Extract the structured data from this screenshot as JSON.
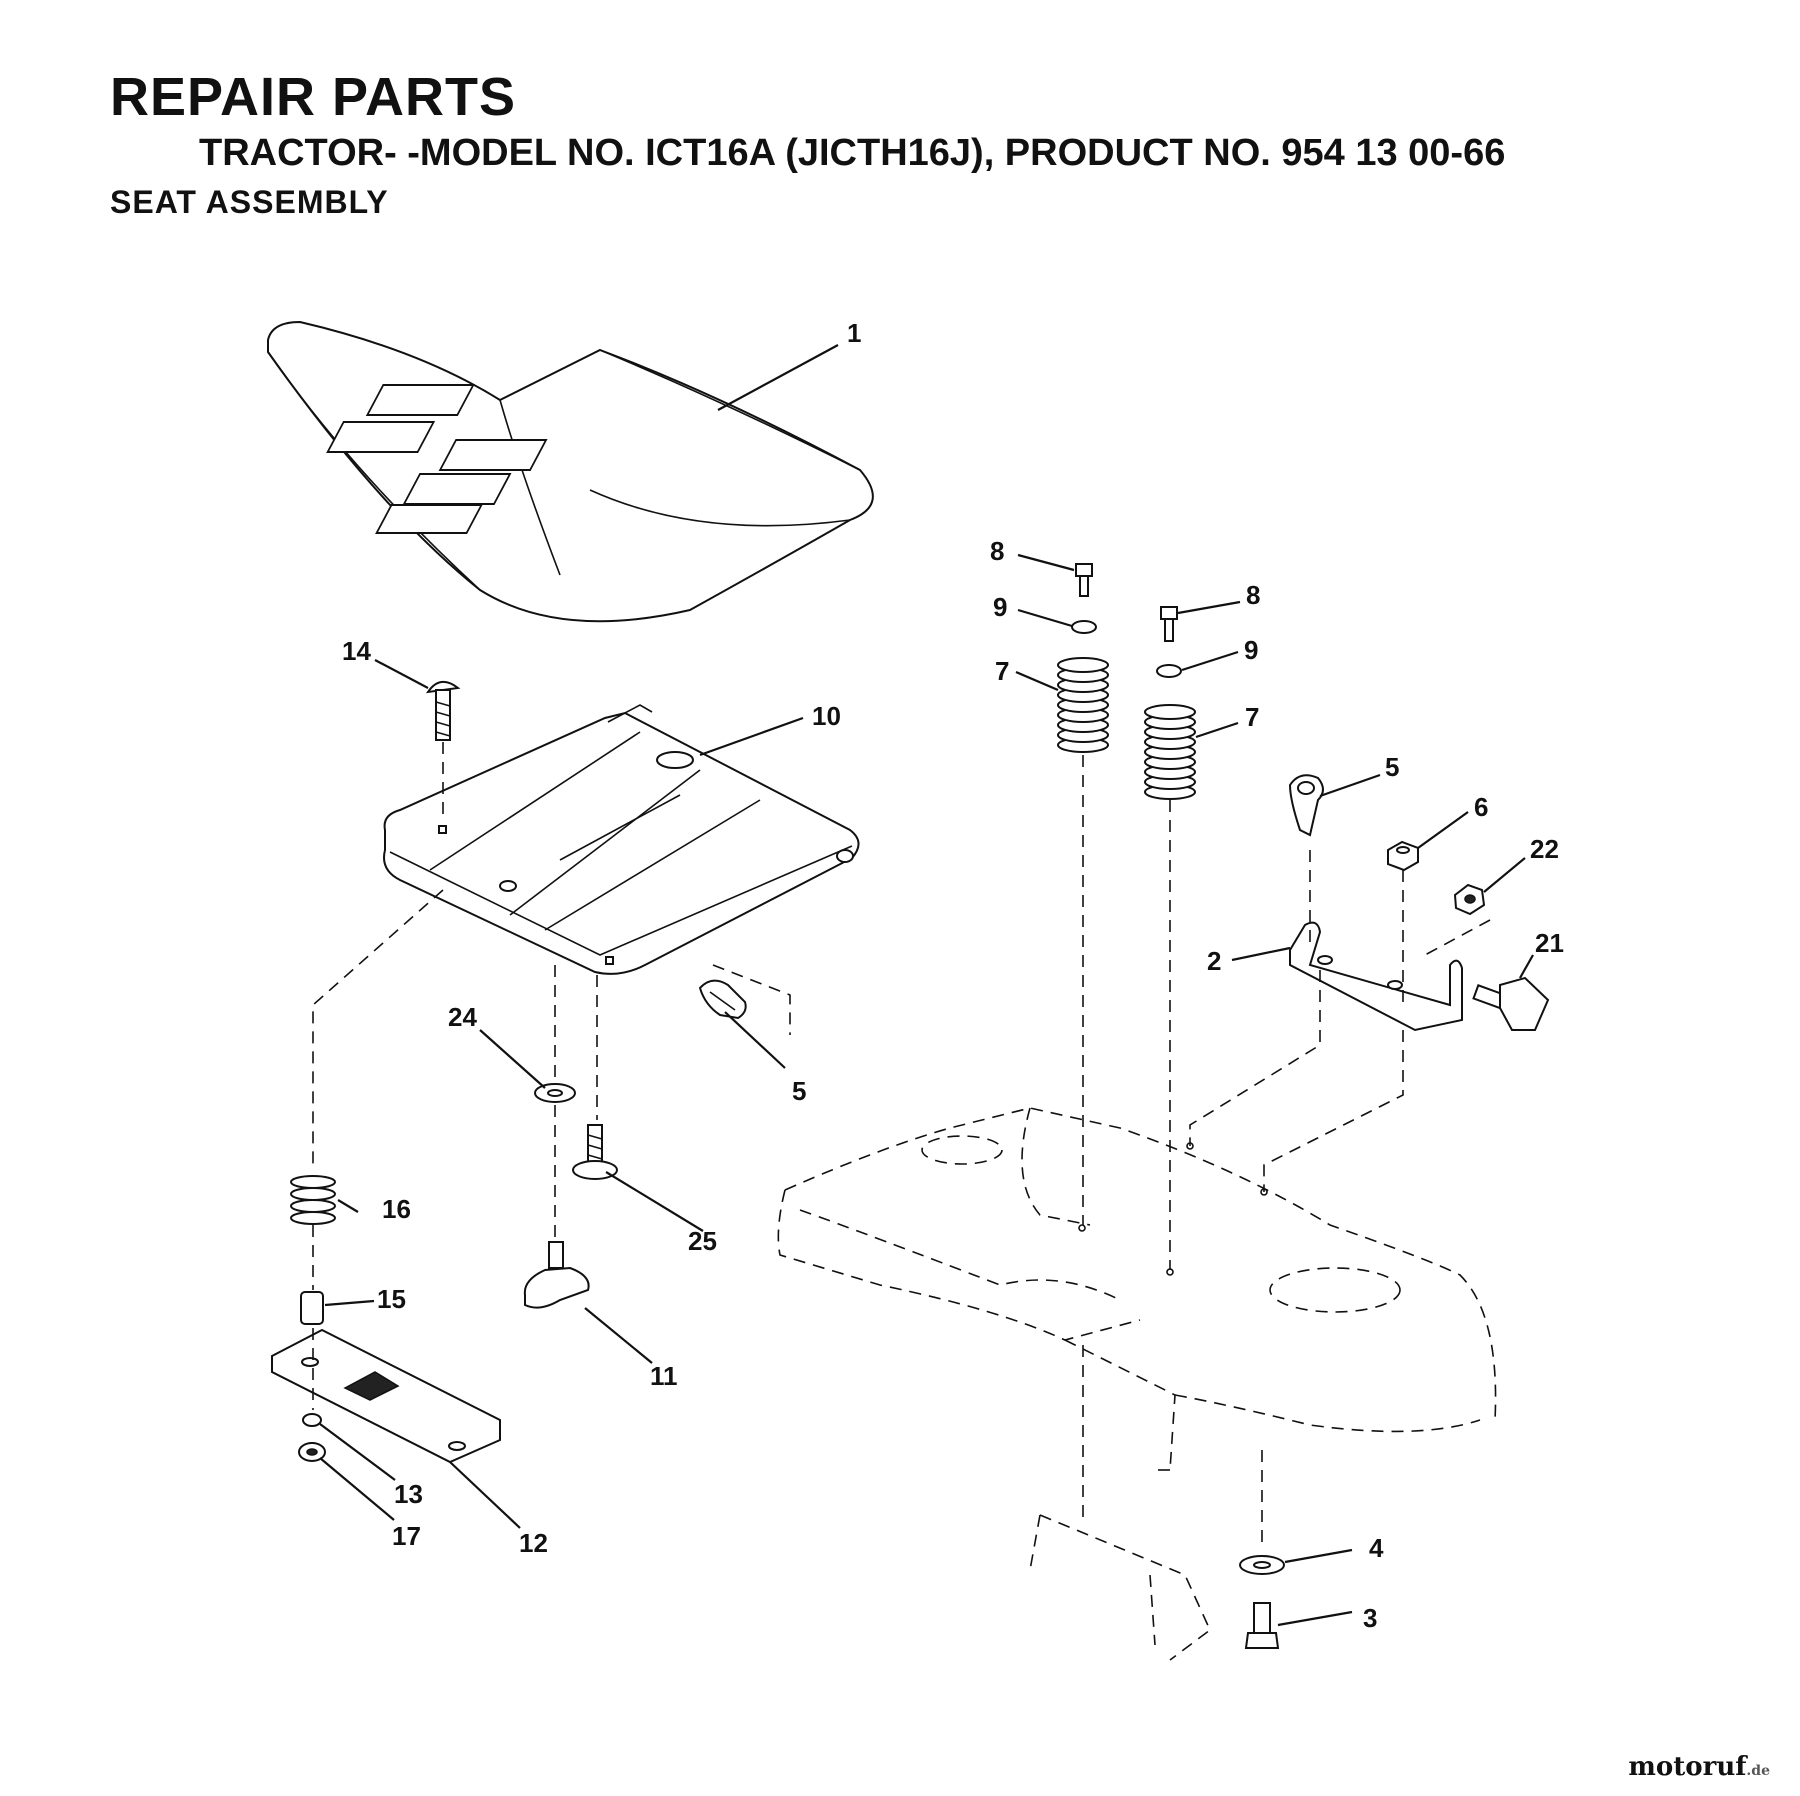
{
  "header": {
    "title": "REPAIR PARTS",
    "subtitle": "TRACTOR- -MODEL NO. ICT16A (JICTH16J), PRODUCT NO. 954 13 00-66",
    "section": "SEAT ASSEMBLY"
  },
  "callouts": {
    "seat": "1",
    "bracket": "2",
    "bolt_bottom": "3",
    "washer_bottom": "4",
    "clip_right": "5",
    "clip_left": "5",
    "nut": "6",
    "spring_left": "7",
    "spring_right": "7",
    "bolt_left": "8",
    "bolt_right": "8",
    "washer_left": "9",
    "washer_right": "9",
    "seat_pan": "10",
    "knob": "11",
    "slide_plate": "12",
    "washer_small": "13",
    "carriage_bolt": "14",
    "spacer": "15",
    "spring_small": "16",
    "nut_small": "17",
    "shoulder_bolt": "21",
    "locknut": "22",
    "washer_flat": "24",
    "flange_bolt": "25"
  },
  "watermark": {
    "name": "motoruf",
    "suffix": ".de"
  },
  "colors": {
    "ink": "#111111",
    "background": "#ffffff"
  }
}
